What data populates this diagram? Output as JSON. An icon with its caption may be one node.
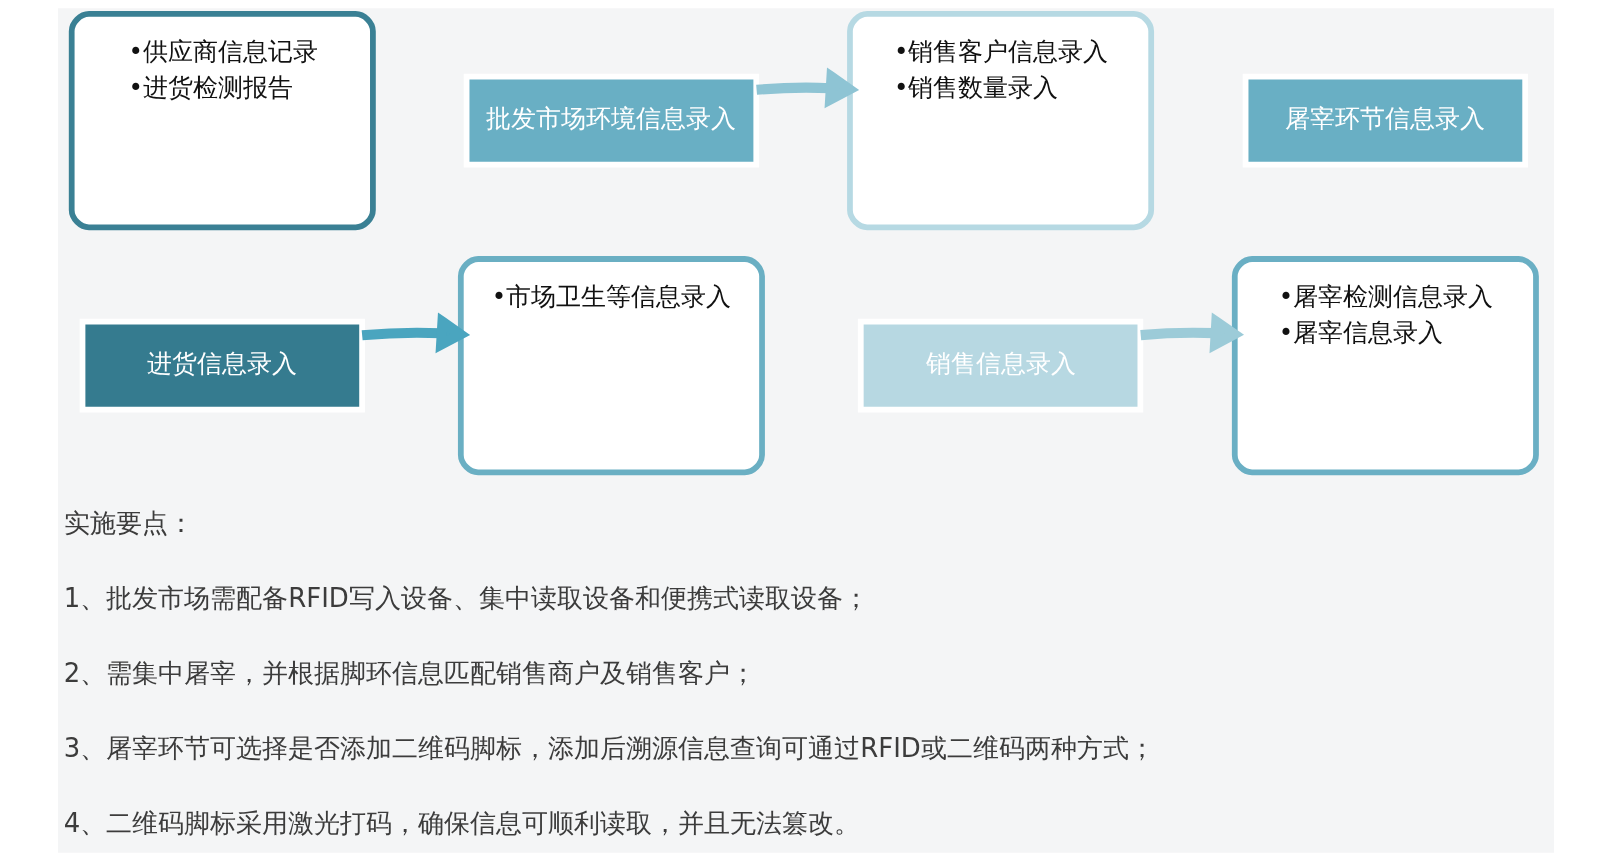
{
  "diagram": {
    "nodes": [
      {
        "text": [
          "•供应商信息记录",
          "•进货检测报告"
        ]
      },
      {
        "text": [
          "进货信息录入"
        ]
      },
      {
        "text": [
          "批发市场环境信息录入"
        ]
      },
      {
        "text": [
          "•市场卫生等信息录入"
        ]
      },
      {
        "text": [
          "•销售客户信息录入",
          "•销售数量录入"
        ]
      },
      {
        "text": [
          "销售信息录入"
        ]
      },
      {
        "text": [
          "屠宰环节信息录入"
        ]
      },
      {
        "text": [
          "•屠宰检测信息录入",
          "•屠宰信息录入"
        ]
      }
    ],
    "edges": [
      {
        "from": 1,
        "to": 3,
        "arrow": "to",
        "color": "#4aa5bf"
      },
      {
        "from": 2,
        "to": 4,
        "arrow": "to",
        "color": "#8ec4d4"
      },
      {
        "from": 5,
        "to": 7,
        "arrow": "to",
        "color": "#9ccbd8"
      }
    ],
    "labels": [
      "实施要点：",
      "1、批发市场需配备RFID写入设备、集中读取设备和便携式读取设备；",
      "2、需集中屠宰，并根据脚环信息匹配销售商户及销售客户；",
      "3、屠宰环节可选择是否添加二维码脚标，添加后溯源信息查询可通过RFID或二维码两种方式；",
      "4、二维码脚标采用激光打码，确保信息可顺利读取，并且无法篡改。"
    ]
  }
}
